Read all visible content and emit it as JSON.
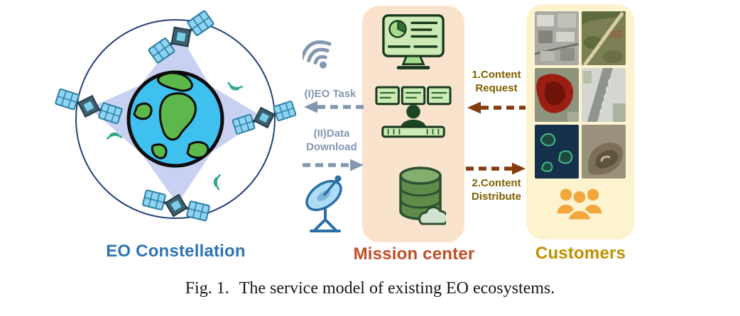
{
  "figure": {
    "caption_label": "Fig. 1.",
    "caption_text": "The service model of existing EO ecosystems."
  },
  "constellation": {
    "label": "EO Constellation",
    "label_color": "#2e74b5",
    "icons": [
      "earth-icon",
      "orbit-ring",
      "satellite-icon",
      "signal-icon",
      "beam-star"
    ]
  },
  "mission_center": {
    "label": "Mission center",
    "label_color": "#c34e27",
    "panel_color": "#fae3cd",
    "icons": [
      "dashboard-monitor-icon",
      "operator-console-icon",
      "database-icon"
    ]
  },
  "customers": {
    "label": "Customers",
    "label_color": "#bf9000",
    "panel_color": "#fdf3cf",
    "icons": [
      "satellite-image-urban",
      "satellite-image-terrain",
      "satellite-image-burn-scar",
      "satellite-image-airport",
      "satellite-image-sea-islands",
      "satellite-image-quarry",
      "customer-group-icon"
    ]
  },
  "links": {
    "eo_task": {
      "label": "(I)EO Task",
      "color": "#8497b0",
      "arrow_color": "#8497b0",
      "direction": "left"
    },
    "data_download": {
      "label": "(II)Data Download",
      "color": "#8497b0",
      "arrow_color": "#8497b0",
      "direction": "right"
    },
    "content_request": {
      "label": "1.Content Request",
      "color": "#7f6000",
      "arrow_color": "#843c0c",
      "direction": "left"
    },
    "content_distribute": {
      "label": "2.Content Distribute",
      "color": "#7f6000",
      "arrow_color": "#843c0c",
      "direction": "right"
    },
    "side_icons": [
      "wifi-icon",
      "ground-station-dish-icon"
    ]
  }
}
